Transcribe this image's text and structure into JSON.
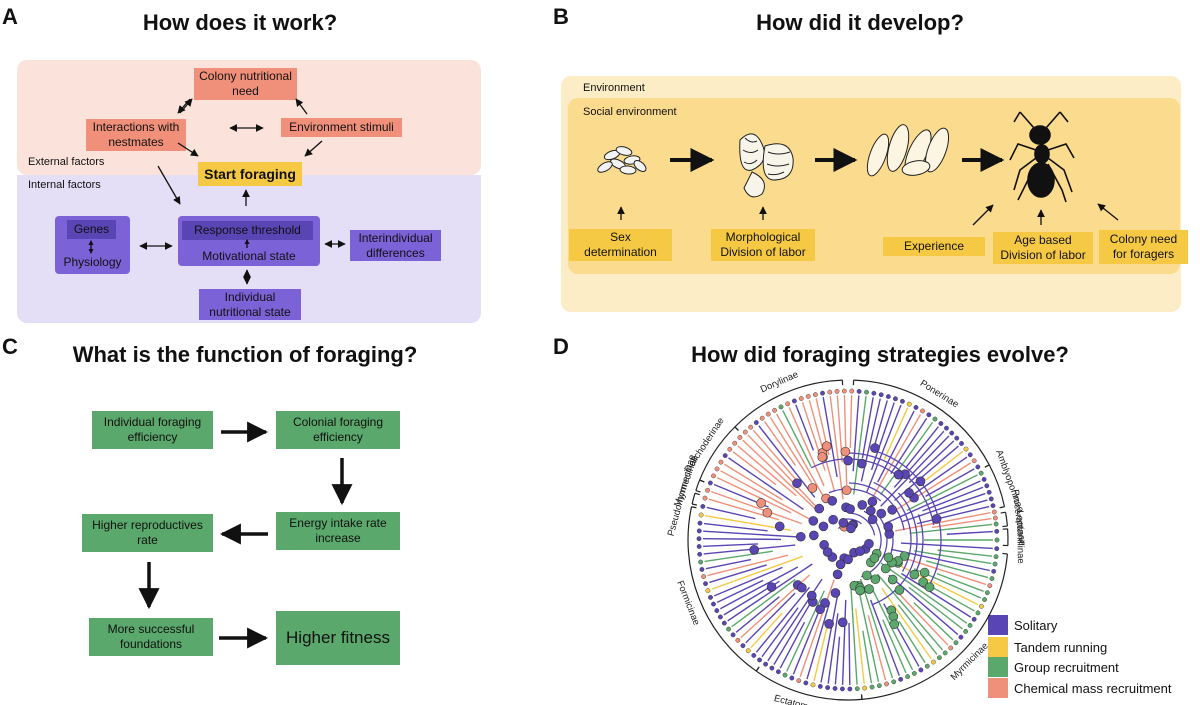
{
  "panelA": {
    "label": "A",
    "title": "How does it work?",
    "external_label": "External factors",
    "internal_label": "Internal factors",
    "colony_need": "Colony nutritional need",
    "interactions": "Interactions with nestmates",
    "env_stimuli": "Environment stimuli",
    "start_foraging": "Start foraging",
    "genes": "Genes",
    "physiology": "Physiology",
    "response_threshold": "Response threshold",
    "motivational_state": "Motivational state",
    "interindividual": "Interindividual differences",
    "individual_nutritional": "Individual nutritional state"
  },
  "panelB": {
    "label": "B",
    "title": "How did it develop?",
    "environment": "Environment",
    "social_environment": "Social environment",
    "sex_determination": "Sex determination",
    "morphological": "Morphological Division of labor",
    "experience": "Experience",
    "age_based": "Age based Division of labor",
    "colony_need": "Colony need for foragers"
  },
  "panelC": {
    "label": "C",
    "title": "What is the function of foraging?",
    "individual_eff": "Individual foraging efficiency",
    "colonial_eff": "Colonial foraging efficiency",
    "energy_intake": "Energy intake rate increase",
    "higher_repro": "Higher reproductives rate",
    "more_successful": "More successful foundations",
    "higher_fitness": "Higher fitness"
  },
  "panelD": {
    "label": "D",
    "title": "How did foraging strategies evolve?",
    "clades": [
      "Dorylinae",
      "Ponerinae",
      "Amblyoponinae",
      "Procerattinae",
      "Leptanillinae",
      "Myrmicinae",
      "Ectatomminae",
      "Formicinae",
      "Pseudomyrmecinae",
      "Myrmeciinae",
      "Dolichoderinae"
    ],
    "legend": [
      {
        "label": "Solitary",
        "color": "#5a45b4"
      },
      {
        "label": "Tandem running",
        "color": "#f6c945"
      },
      {
        "label": "Group recruitment",
        "color": "#5ba86c"
      },
      {
        "label": "Chemical mass recruitment",
        "color": "#f0907a"
      }
    ]
  },
  "colors": {
    "external_bg": "#fbe3dc",
    "internal_bg": "#e4def6",
    "env_bg": "#fdedc6",
    "social_bg": "#fbdb8e"
  }
}
